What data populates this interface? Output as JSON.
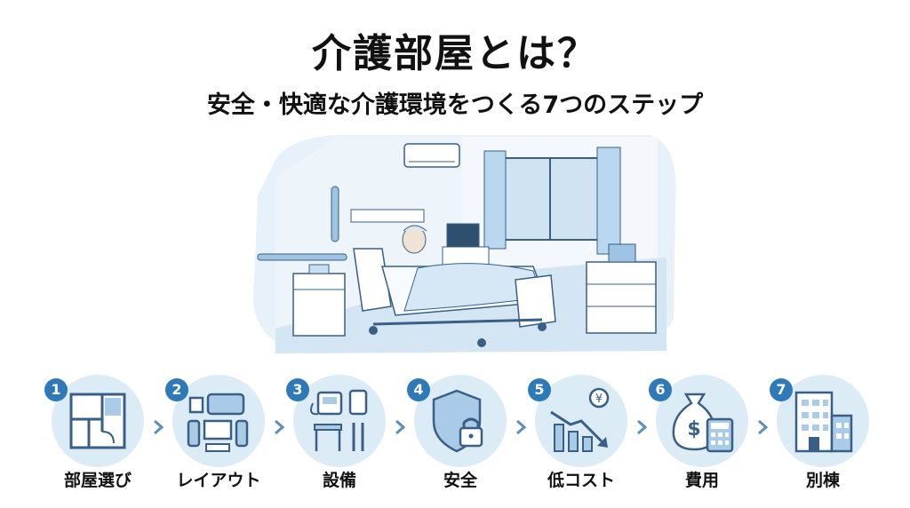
{
  "header": {
    "title": "介護部屋とは？",
    "subtitle": "安全・快適な介護環境をつくる7つのステップ"
  },
  "colors": {
    "accent": "#2e7ab8",
    "circle": "#dcecf7",
    "line": "#3a5f86"
  },
  "steps": [
    {
      "number": "1",
      "label": "部屋選び",
      "icon": "floor-plan-icon"
    },
    {
      "number": "2",
      "label": "レイアウト",
      "icon": "furniture-layout-icon"
    },
    {
      "number": "3",
      "label": "設備",
      "icon": "equipment-icon"
    },
    {
      "number": "4",
      "label": "安全",
      "icon": "shield-lock-icon"
    },
    {
      "number": "5",
      "label": "低コスト",
      "icon": "cost-down-chart-icon"
    },
    {
      "number": "6",
      "label": "費用",
      "icon": "money-bag-calculator-icon"
    },
    {
      "number": "7",
      "label": "別棟",
      "icon": "building-icon"
    }
  ]
}
